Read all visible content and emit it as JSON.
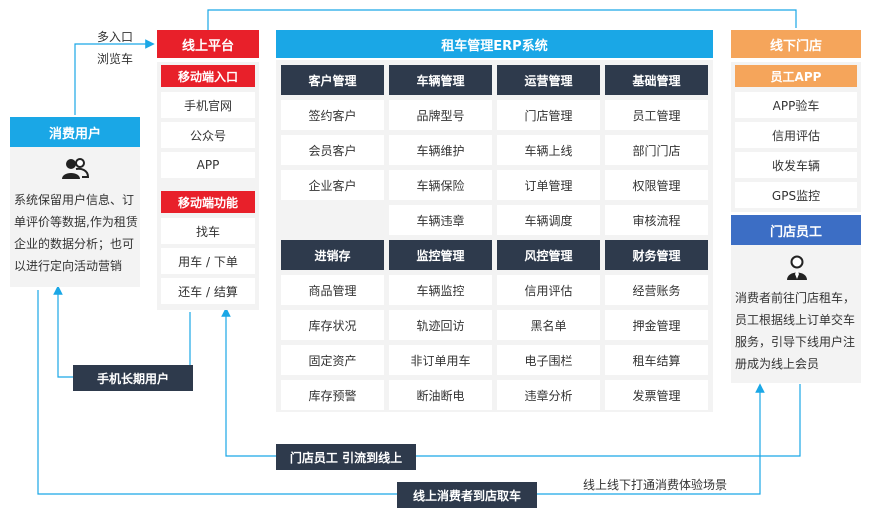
{
  "consumer": {
    "title": "消费用户",
    "icon": "users-icon",
    "description_lines": [
      "系统保留用户信息、订",
      "单评价等数据,作为租赁",
      "企业的数据分析；也可",
      "以进行定向活动营销"
    ]
  },
  "top_left_labels": {
    "line1": "多入口",
    "line2": "浏览车"
  },
  "online": {
    "title": "线上平台",
    "entry_title": "移动端入口",
    "entry_items": [
      "手机官网",
      "公众号",
      "APP"
    ],
    "function_title": "移动端功能",
    "function_items": [
      "找车",
      "用车 / 下单",
      "还车 / 结算"
    ]
  },
  "erp": {
    "title": "租车管理ERP系统",
    "top_groups": [
      {
        "name": "客户管理",
        "items": [
          "签约客户",
          "会员客户",
          "企业客户",
          ""
        ]
      },
      {
        "name": "车辆管理",
        "items": [
          "品牌型号",
          "车辆维护",
          "车辆保险",
          "车辆违章"
        ]
      },
      {
        "name": "运营管理",
        "items": [
          "门店管理",
          "车辆上线",
          "订单管理",
          "车辆调度"
        ]
      },
      {
        "name": "基础管理",
        "items": [
          "员工管理",
          "部门门店",
          "权限管理",
          "审核流程"
        ]
      }
    ],
    "bottom_groups": [
      {
        "name": "进销存",
        "items": [
          "商品管理",
          "库存状况",
          "固定资产",
          "库存预警"
        ]
      },
      {
        "name": "监控管理",
        "items": [
          "车辆监控",
          "轨迹回访",
          "非订单用车",
          "断油断电"
        ]
      },
      {
        "name": "风控管理",
        "items": [
          "信用评估",
          "黑名单",
          "电子围栏",
          "违章分析"
        ]
      },
      {
        "name": "财务管理",
        "items": [
          "经营账务",
          "押金管理",
          "租车结算",
          "发票管理"
        ]
      }
    ]
  },
  "offline": {
    "title": "线下门店",
    "app_title": "员工APP",
    "app_items": [
      "APP验车",
      "信用评估",
      "收发车辆",
      "GPS监控"
    ],
    "staff_title": "门店员工",
    "staff_icon": "staff-icon",
    "staff_desc_lines": [
      "消费者前往门店租车，",
      "员工根据线上订单交车",
      "服务，引导下线用户注",
      "册成为线上会员"
    ]
  },
  "flows": {
    "long_term_user": "手机长期用户",
    "staff_to_online": "门店员工 引流到线上",
    "online_to_store": "线上消费者到店取车",
    "experience_note": "线上线下打通消费体验场景"
  },
  "colors": {
    "red": "#e8202a",
    "blue": "#1aa7e6",
    "orange": "#f5a55b",
    "dark": "#2e3a4c",
    "darkblue": "#3c6ec5"
  }
}
